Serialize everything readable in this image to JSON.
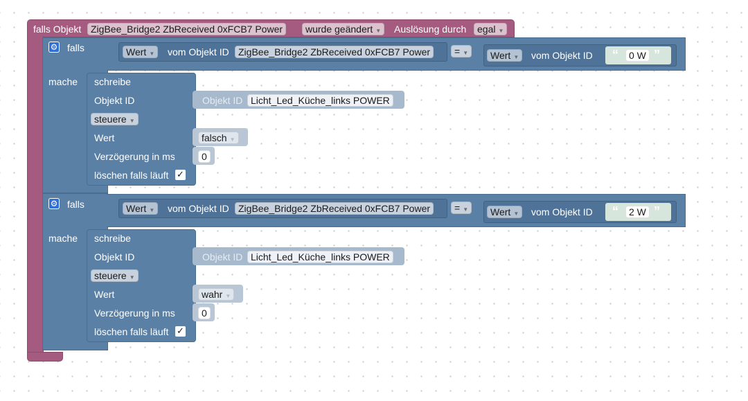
{
  "trigger": {
    "prefix": "falls Objekt",
    "object": "ZigBee_Bridge2 ZbReceived 0xFCB7  Power",
    "event": "wurde geändert",
    "trigger_label": "Auslösung durch",
    "trigger_value": "egal"
  },
  "rules": [
    {
      "if_label": "falls",
      "cond_value": "Wert",
      "cond_mid": "vom Objekt ID",
      "cond_object": "ZigBee_Bridge2 ZbReceived 0xFCB7  Power",
      "op": "=",
      "rhs_value": "Wert",
      "rhs_mid": "vom Objekt ID",
      "rhs_string": "0 W",
      "do_label": "mache",
      "write_label": "schreibe",
      "objid_label": "Objekt ID",
      "objid_placeholder": "Objekt ID",
      "objid_value": "Licht_Led_Küche_links POWER",
      "mode": "steuere",
      "wert_label": "Wert",
      "wert_value": "falsch",
      "delay_label": "Verzögerung in ms",
      "delay_value": "0",
      "clear_label": "löschen falls läuft",
      "clear_check": "✓"
    },
    {
      "if_label": "falls",
      "cond_value": "Wert",
      "cond_mid": "vom Objekt ID",
      "cond_object": "ZigBee_Bridge2 ZbReceived 0xFCB7  Power",
      "op": "=",
      "rhs_value": "Wert",
      "rhs_mid": "vom Objekt ID",
      "rhs_string": "2 W",
      "do_label": "mache",
      "write_label": "schreibe",
      "objid_label": "Objekt ID",
      "objid_placeholder": "Objekt ID",
      "objid_value": "Licht_Led_Küche_links POWER",
      "mode": "steuere",
      "wert_label": "Wert",
      "wert_value": "wahr",
      "delay_label": "Verzögerung in ms",
      "delay_value": "0",
      "clear_label": "löschen falls läuft",
      "clear_check": "✓"
    }
  ],
  "colors": {
    "trigger_block": "#a55b80",
    "logic_block": "#5b80a5",
    "gear": "#2f6fd8"
  }
}
